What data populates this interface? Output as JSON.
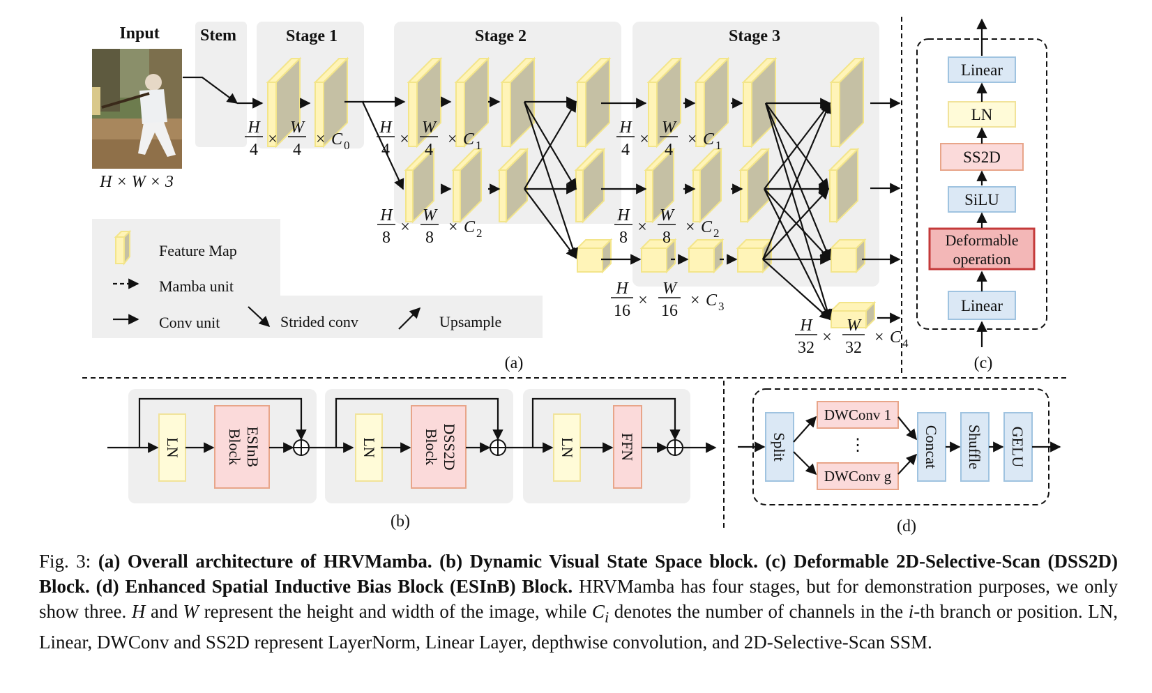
{
  "panel_a": {
    "input_title": "Input",
    "input_dims": "H × W × 3",
    "stem": "Stem",
    "stage1": "Stage 1",
    "stage2": "Stage 2",
    "stage3": "Stage 3",
    "dim_labels": {
      "d4c0": {
        "num_h": "H",
        "den_h": "4",
        "num_w": "W",
        "den_w": "4",
        "ch": "C",
        "sub": "0"
      },
      "d4c1a": {
        "num_h": "H",
        "den_h": "4",
        "num_w": "W",
        "den_w": "4",
        "ch": "C",
        "sub": "1"
      },
      "d8c2a": {
        "num_h": "H",
        "den_h": "8",
        "num_w": "W",
        "den_w": "8",
        "ch": "C",
        "sub": "2"
      },
      "d4c1b": {
        "num_h": "H",
        "den_h": "4",
        "num_w": "W",
        "den_w": "4",
        "ch": "C",
        "sub": "1"
      },
      "d8c2b": {
        "num_h": "H",
        "den_h": "8",
        "num_w": "W",
        "den_w": "8",
        "ch": "C",
        "sub": "2"
      },
      "d16c3": {
        "num_h": "H",
        "den_h": "16",
        "num_w": "W",
        "den_w": "16",
        "ch": "C",
        "sub": "3"
      },
      "d32c4": {
        "num_h": "H",
        "den_h": "32",
        "num_w": "W",
        "den_w": "32",
        "ch": "C",
        "sub": "4"
      }
    },
    "legend": {
      "feature_map": "Feature Map",
      "mamba_unit": "Mamba unit",
      "conv_unit": "Conv unit",
      "strided_conv": "Strided conv",
      "upsample": "Upsample"
    },
    "label": "(a)"
  },
  "panel_b": {
    "blocks": [
      {
        "ln": "LN",
        "main": "ESInB Block"
      },
      {
        "ln": "LN",
        "main": "DSS2D Block"
      },
      {
        "ln": "LN",
        "main": "FFN"
      }
    ],
    "label": "(b)"
  },
  "panel_c": {
    "layers_top_to_bottom": [
      "Linear",
      "LN",
      "SS2D",
      "SiLU",
      "Deformable operation",
      "Linear"
    ],
    "label": "(c)"
  },
  "panel_d": {
    "split": "Split",
    "dwconv_1": "DWConv 1",
    "dots": "⋮",
    "dwconv_g": "DWConv g",
    "concat": "Concat",
    "shuffle": "Shuffle",
    "gelu": "GELU",
    "label": "(d)"
  },
  "caption": {
    "fig": "Fig. 3: ",
    "bold_part": "(a) Overall architecture of HRVMamba. (b) Dynamic Visual State Space block. (c) Deformable 2D-Selective-Scan (DSS2D) Block. (d) Enhanced Spatial Inductive Bias Block (ESInB) Block.",
    "rest_1": " HRVMamba has four stages, but for demonstration purposes, we only show three. ",
    "H": "H",
    "and": " and ",
    "W": "W",
    "rest_2": " represent the height and width of the image, while ",
    "Ci": "C",
    "Ci_sub": "i",
    "rest_3": " denotes the number of channels in the ",
    "i": "i",
    "rest_4": "-th branch or position. LN, Linear, DWConv and SS2D represent LayerNorm, Linear Layer, depthwise convolution, and 2D-Selective-Scan SSM."
  },
  "colors": {
    "stage_bg": "#efefef",
    "feature_front": "#c5c0a4",
    "feature_edge": "#fff4b8",
    "feature_outline": "#f3e58a",
    "blue_fill": "#dbe8f5",
    "blue_stroke": "#9fc3e0",
    "yellow_fill": "#fffbd8",
    "yellow_stroke": "#f1e39a",
    "pink_fill": "#fbdada",
    "pink_stroke": "#e8a589",
    "red_fill": "#f3b7b7",
    "red_stroke": "#c43a3a"
  }
}
